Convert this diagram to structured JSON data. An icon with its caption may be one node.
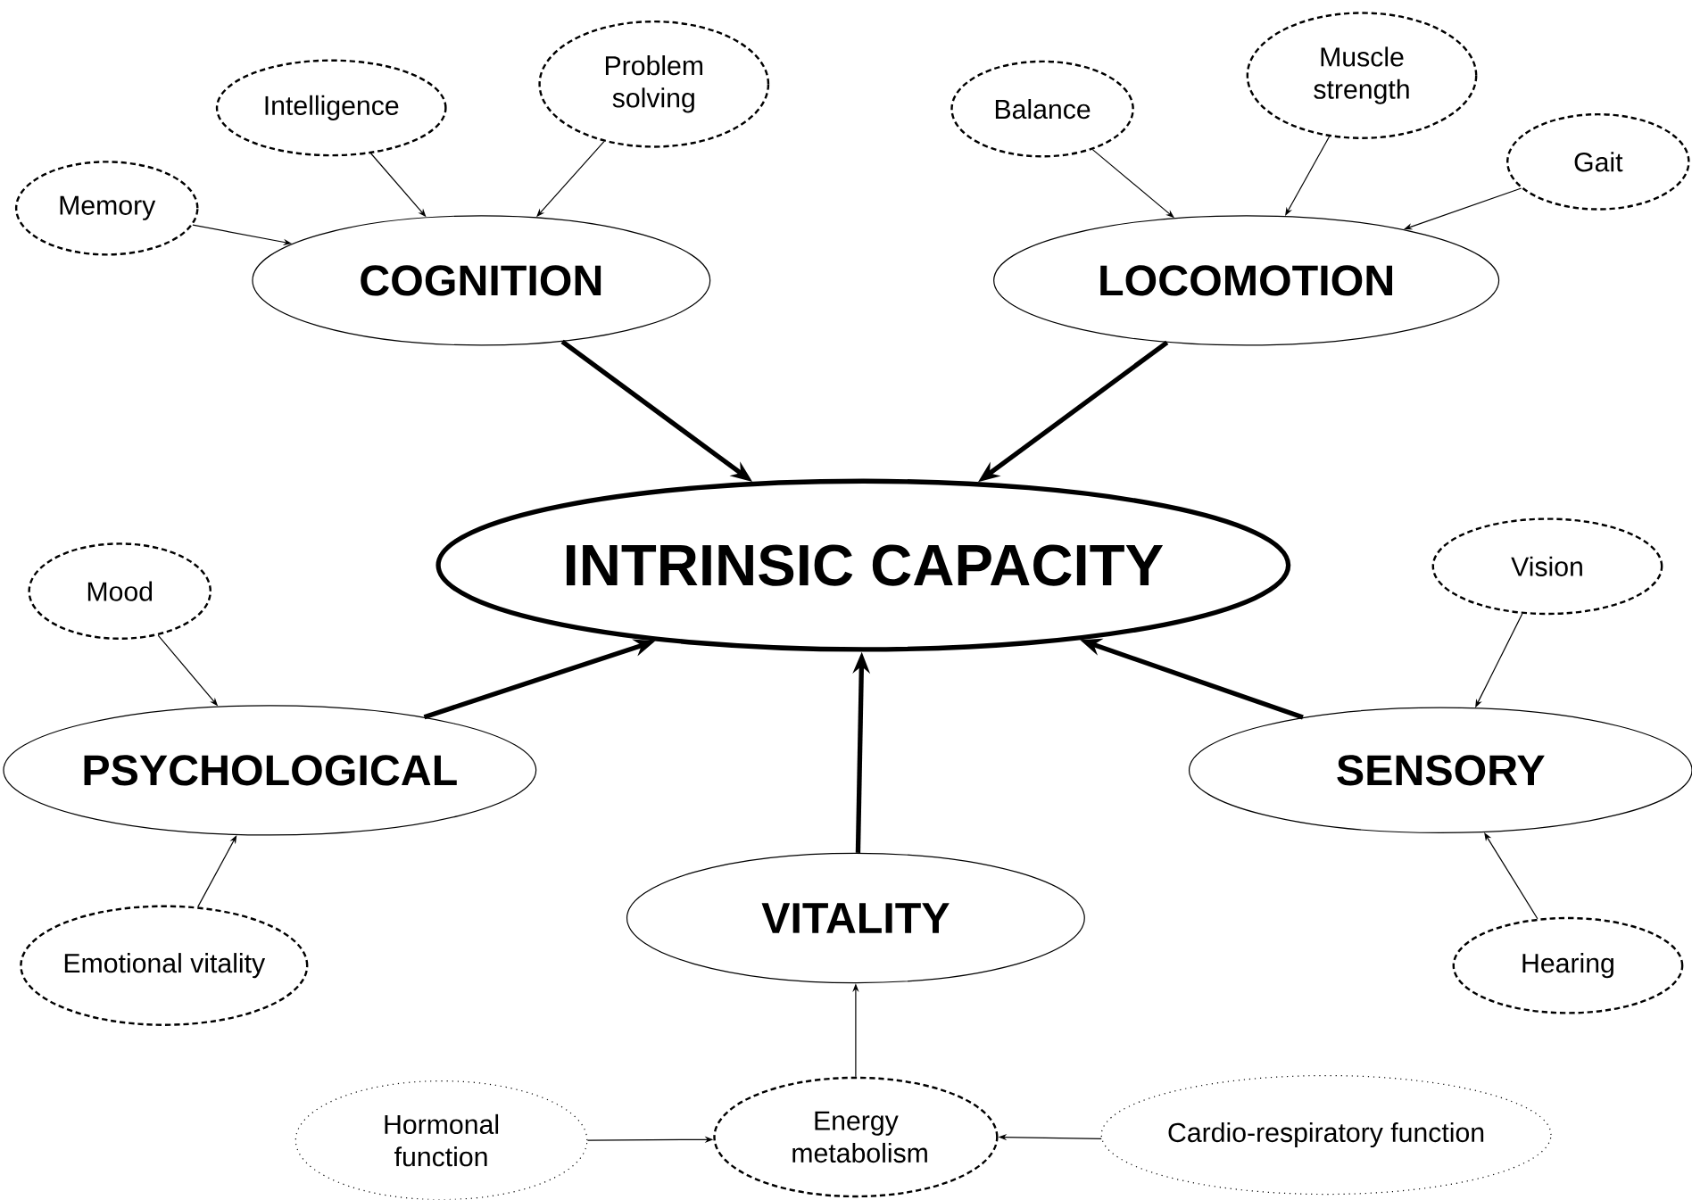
{
  "diagram": {
    "nodes": [
      {
        "text": [
          "INTRINSIC CAPACITY"
        ]
      },
      {
        "text": [
          "COGNITION"
        ]
      },
      {
        "text": [
          "LOCOMOTION"
        ]
      },
      {
        "text": [
          "PSYCHOLOGICAL"
        ]
      },
      {
        "text": [
          "VITALITY"
        ]
      },
      {
        "text": [
          "SENSORY"
        ]
      },
      {
        "text": [
          "Memory"
        ]
      },
      {
        "text": [
          "Intelligence"
        ]
      },
      {
        "text": [
          "Problem solving"
        ]
      },
      {
        "text": [
          "Balance"
        ]
      },
      {
        "text": [
          "Muscle strength"
        ]
      },
      {
        "text": [
          "Gait"
        ]
      },
      {
        "text": [
          "Mood"
        ]
      },
      {
        "text": [
          "Emotional vitality"
        ]
      },
      {
        "text": [
          "Vision"
        ]
      },
      {
        "text": [
          "Hearing"
        ]
      },
      {
        "text": [
          "Hormonal function"
        ]
      },
      {
        "text": [
          "Energy metabolism"
        ]
      },
      {
        "text": [
          "Cardio-respiratory function"
        ]
      }
    ],
    "edges": [
      {
        "from": 1,
        "to": 0,
        "arrow": "to",
        "style": "thick"
      },
      {
        "from": 2,
        "to": 0,
        "arrow": "to",
        "style": "thick"
      },
      {
        "from": 3,
        "to": 0,
        "arrow": "to",
        "style": "thick"
      },
      {
        "from": 4,
        "to": 0,
        "arrow": "to",
        "style": "thick"
      },
      {
        "from": 5,
        "to": 0,
        "arrow": "to",
        "style": "thick"
      },
      {
        "from": 6,
        "to": 1,
        "arrow": "to"
      },
      {
        "from": 7,
        "to": 1,
        "arrow": "to"
      },
      {
        "from": 8,
        "to": 1,
        "arrow": "to"
      },
      {
        "from": 9,
        "to": 2,
        "arrow": "to"
      },
      {
        "from": 10,
        "to": 2,
        "arrow": "to"
      },
      {
        "from": 11,
        "to": 2,
        "arrow": "to"
      },
      {
        "from": 12,
        "to": 3,
        "arrow": "to"
      },
      {
        "from": 13,
        "to": 3,
        "arrow": "to"
      },
      {
        "from": 14,
        "to": 5,
        "arrow": "to"
      },
      {
        "from": 15,
        "to": 5,
        "arrow": "to"
      },
      {
        "from": 17,
        "to": 4,
        "arrow": "to"
      },
      {
        "from": 16,
        "to": 17,
        "arrow": "to"
      },
      {
        "from": 18,
        "to": 17,
        "arrow": "to"
      }
    ]
  }
}
